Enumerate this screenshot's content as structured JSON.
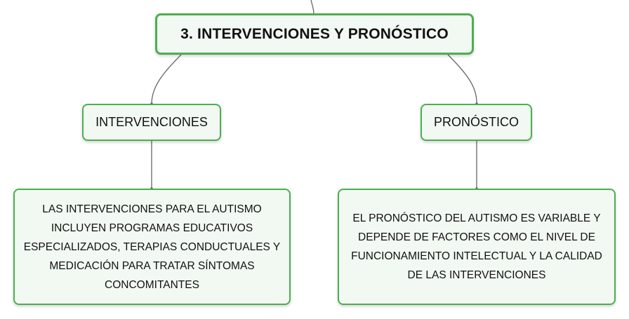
{
  "diagram": {
    "root": {
      "label": "3. INTERVENCIONES Y PRONÓSTICO"
    },
    "children": [
      {
        "label": "INTERVENCIONES",
        "detail": "LAS INTERVENCIONES PARA EL AUTISMO INCLUYEN PROGRAMAS EDUCATIVOS ESPECIALIZADOS, TERAPIAS CONDUCTUALES Y MEDICACIÓN PARA TRATAR SÍNTOMAS CONCOMITANTES"
      },
      {
        "label": "PRONÓSTICO",
        "detail": "EL PRONÓSTICO DEL AUTISMO ES VARIABLE Y DEPENDE DE FACTORES COMO EL NIVEL DE FUNCIONAMIENTO INTELECTUAL Y LA CALIDAD DE LAS INTERVENCIONES"
      }
    ],
    "colors": {
      "node_border": "#4caf50",
      "node_fill": "#f2f9f2",
      "connector": "#666666"
    }
  }
}
